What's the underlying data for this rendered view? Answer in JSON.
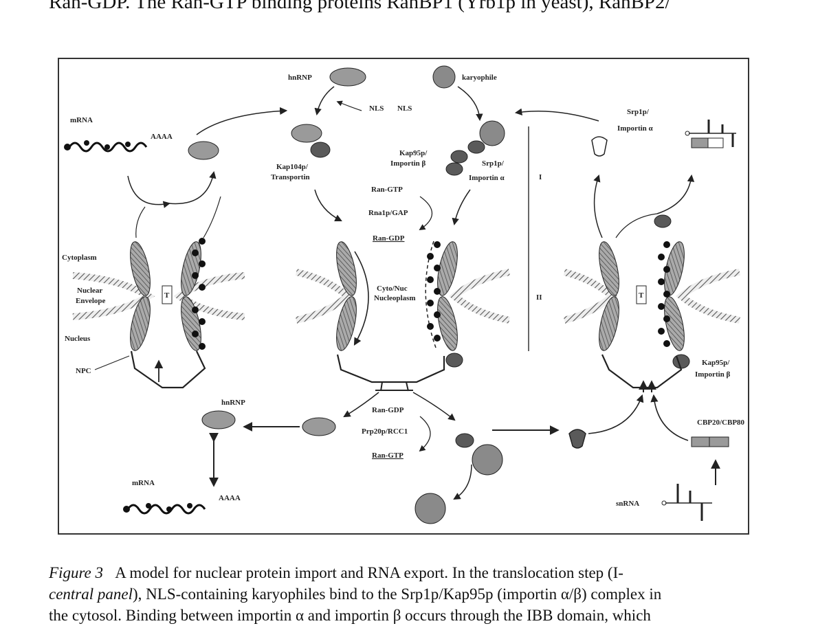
{
  "page": {
    "top_line": "Ran-GDP. The Ran-GTP binding proteins RanBP1 (Yrb1p in yeast), RanBP2/"
  },
  "figure": {
    "labels": {
      "hnrnp_top": "hnRNP",
      "karyophile": "karyophile",
      "nls_left": "NLS",
      "nls_right": "NLS",
      "mrna_top": "mRNA",
      "aaaa_top": "AAAA",
      "kap104": "Kap104p/",
      "transportin": "Transportin",
      "kap95_left": "Kap95p/",
      "importin_b_left": "Importin β",
      "srp1_center": "Srp1p/",
      "importin_a_center": "Importin α",
      "srp1_right": "Srp1p/",
      "importin_a_right": "Importin α",
      "ran_gtp_top": "Ran-GTP",
      "rna1p_gap": "Rna1p/GAP",
      "ran_gdp_top": "Ran-GDP",
      "cytoplasm": "Cytoplasm",
      "nuclear": "Nuclear",
      "envelope": "Envelope",
      "nucleus": "Nucleus",
      "npc": "NPC",
      "cyto_nuc": "Cyto/Nuc",
      "nucleoplasm": "Nucleoplasm",
      "roman_i": "I",
      "roman_ii": "II",
      "kap95_right": "Kap95p/",
      "importin_b_right": "Importin β",
      "hnrnp_bottom": "hnRNP",
      "ran_gdp_bottom": "Ran-GDP",
      "prp20_rcc1": "Prp20p/RCC1",
      "ran_gtp_bottom": "Ran-GTP",
      "crp": "CBP20/CBP80",
      "mrna_bottom_left": "mRNA",
      "aaaa_bottom": "AAAA",
      "mrna_bottom_right": "snRNA"
    }
  },
  "caption": {
    "figure_label": "Figure 3",
    "line1_text": "A model for nuclear protein import and RNA export.  In the translocation step (I-",
    "line2_italic": "central panel",
    "line2_text": "), NLS-containing karyophiles bind to the Srp1p/Kap95p (importin α/β) complex in",
    "line3_text": "the cytosol. Binding between importin α and importin β occurs through the IBB domain, which"
  },
  "colors": {
    "protein_fill": "#9a9a9a",
    "dark_fill": "#5a5a5a",
    "line": "#222222"
  }
}
